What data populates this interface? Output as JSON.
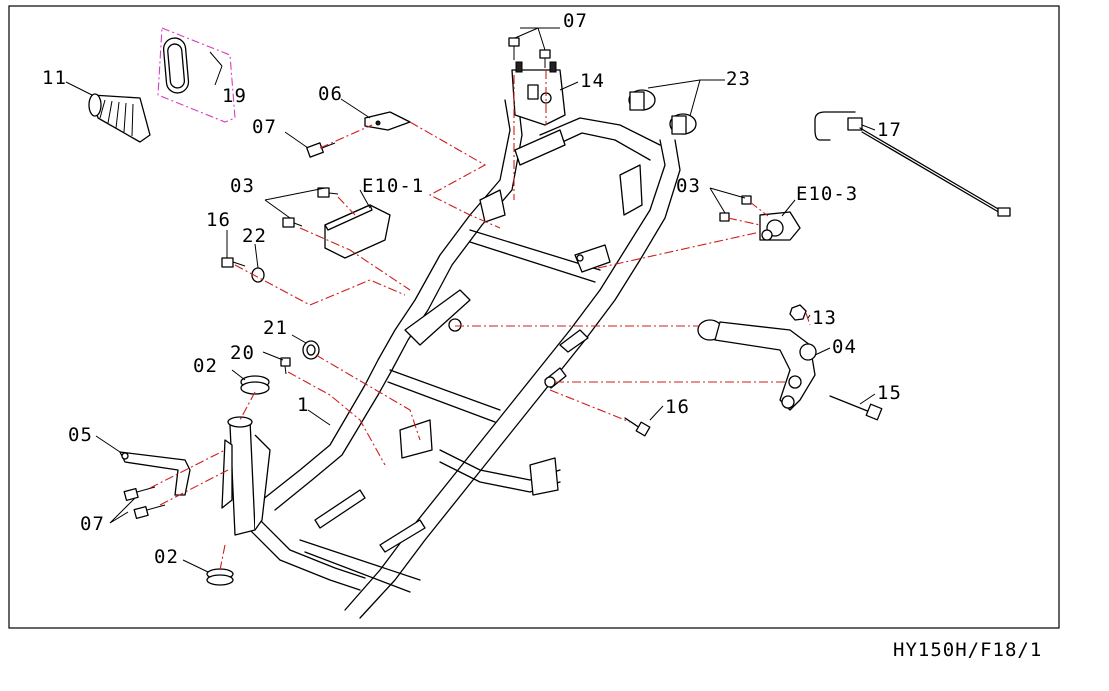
{
  "diagram": {
    "reference_code": "HY150H/F18/1",
    "callouts": {
      "p11": "11",
      "p19": "19",
      "p06": "06",
      "p07_top": "07",
      "p07_left": "07",
      "p07_bottom": "07",
      "p14": "14",
      "p23": "23",
      "p17": "17",
      "p03_left": "03",
      "e10_1": "E10-1",
      "p03_right": "03",
      "e10_3": "E10-3",
      "p16_left": "16",
      "p22": "22",
      "p13": "13",
      "p21": "21",
      "p04": "04",
      "p20": "20",
      "p02_top": "02",
      "p15": "15",
      "p01": "1",
      "p16_bottom": "16",
      "p05": "05",
      "p02_bottom": "02"
    },
    "colors": {
      "line": "#000000",
      "leader_dash": "#d01c1c",
      "group_outline": "#d63cc4"
    }
  }
}
